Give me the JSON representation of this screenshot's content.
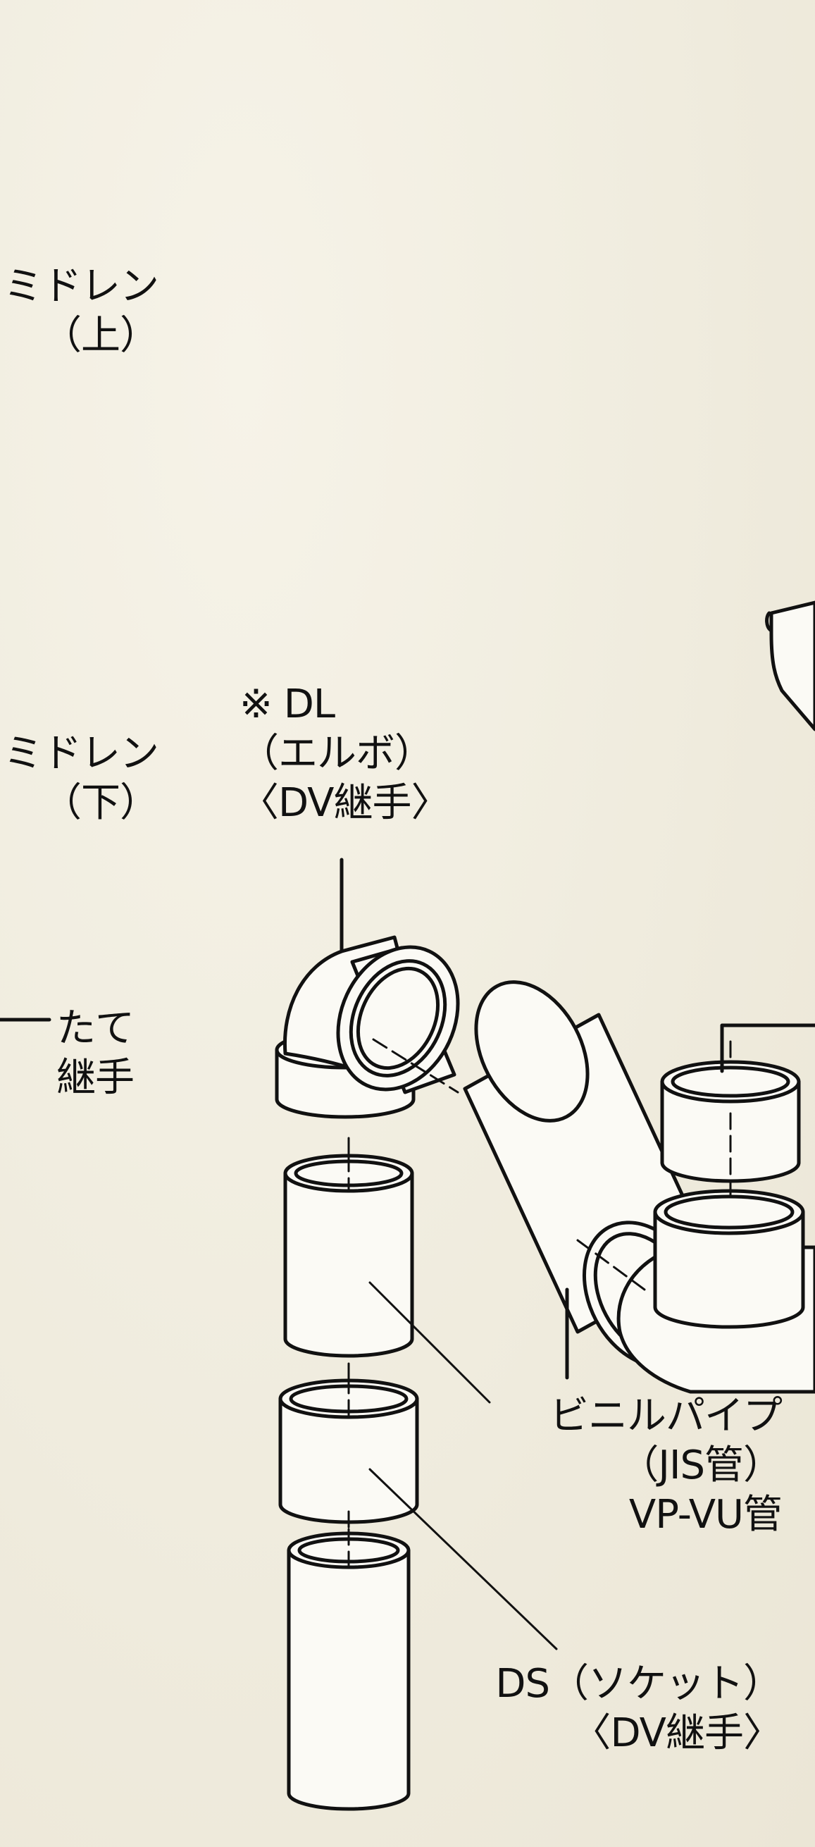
{
  "labels": {
    "drain_upper": {
      "line1": "ミドレン",
      "line2": "（上）"
    },
    "drain_lower": {
      "line1": "ミドレン",
      "line2": "（下）"
    },
    "vertical_joint": {
      "line1": "たて",
      "line2": "継手"
    },
    "dl_elbow": {
      "line1": "※ DL",
      "line2": "（エルボ）",
      "line3": "〈DV継手〉"
    },
    "vinyl_pipe": {
      "line1": "ビニルパイプ",
      "line2": "（JIS管）",
      "line3": "VP-VU管"
    },
    "ds_socket": {
      "line1": "DS（ソケット）",
      "line2": "〈DV継手〉"
    }
  },
  "colors": {
    "ink": "#111111",
    "paper": "#f2efe3",
    "pipe_fill": "#fbfaf5"
  }
}
